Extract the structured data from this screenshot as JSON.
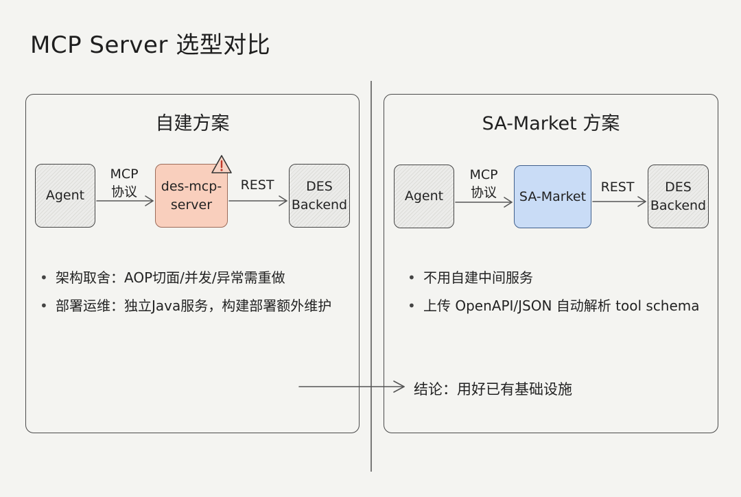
{
  "title": "MCP Server 选型对比",
  "left": {
    "title": "自建方案",
    "agent": "Agent",
    "edge1_line1": "MCP",
    "edge1_line2": "协议",
    "server_line1": "des-mcp-",
    "server_line2": "server",
    "edge2": "REST",
    "backend_line1": "DES",
    "backend_line2": "Backend",
    "warning_icon": "warning-triangle-icon",
    "bullets": [
      "架构取舍：AOP切面/并发/异常需重做",
      "部署运维：独立Java服务，构建部署额外维护"
    ]
  },
  "right": {
    "title": "SA-Market 方案",
    "agent": "Agent",
    "edge1_line1": "MCP",
    "edge1_line2": "协议",
    "market": "SA-Market",
    "edge2": "REST",
    "backend_line1": "DES",
    "backend_line2": "Backend",
    "bullets": [
      "不用自建中间服务",
      "上传 OpenAPI/JSON 自动解析 tool schema"
    ]
  },
  "conclusion": "结论：用好已有基础设施",
  "colors": {
    "orange_node": "#f9cfbd",
    "blue_node": "#c9dcf6",
    "warning": "#c0392b"
  }
}
